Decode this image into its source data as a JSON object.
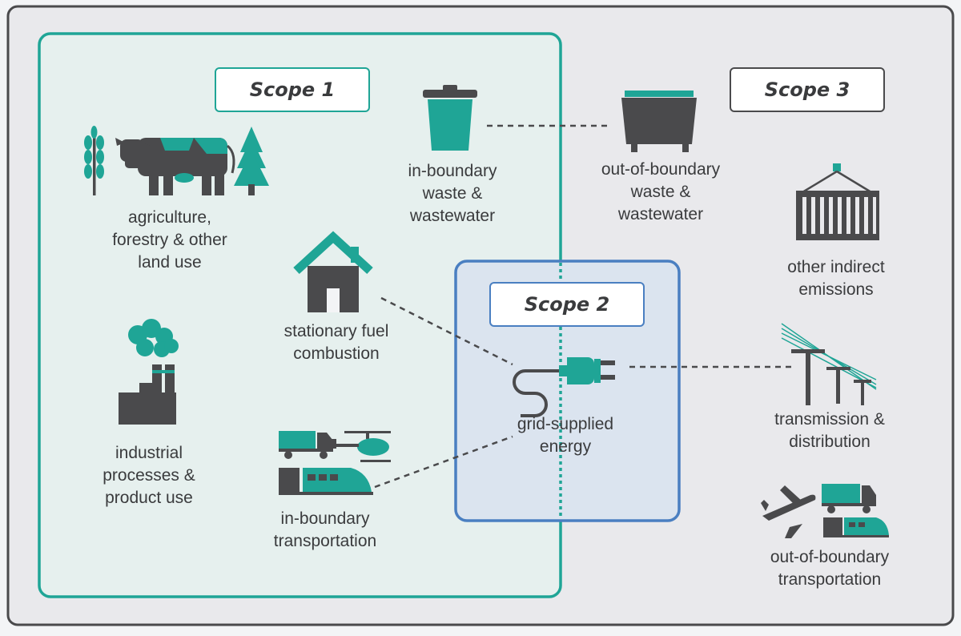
{
  "scopes": {
    "scope1": "Scope 1",
    "scope2": "Scope 2",
    "scope3": "Scope 3"
  },
  "labels": {
    "afolu": "agriculture,\nforestry & other\nland use",
    "industrial": "industrial\nprocesses &\nproduct use",
    "stationary": "stationary fuel\ncombustion",
    "transport_in": "in-boundary\ntransportation",
    "waste_in": "in-boundary\nwaste &\nwastewater",
    "waste_out": "out-of-boundary\nwaste &\nwastewater",
    "other_indirect": "other indirect\nemissions",
    "grid": "grid-supplied\nenergy",
    "transmission": "transmission &\ndistribution",
    "transport_out": "out-of-boundary\ntransportation"
  },
  "colors": {
    "teal": "#1fa596",
    "blue": "#4a7fc1",
    "dark": "#4a4a4c",
    "outer_bg": "#e9e9ec",
    "scope1_bg": "#e6f0ee",
    "scope2_bg": "#dbe4ef"
  }
}
